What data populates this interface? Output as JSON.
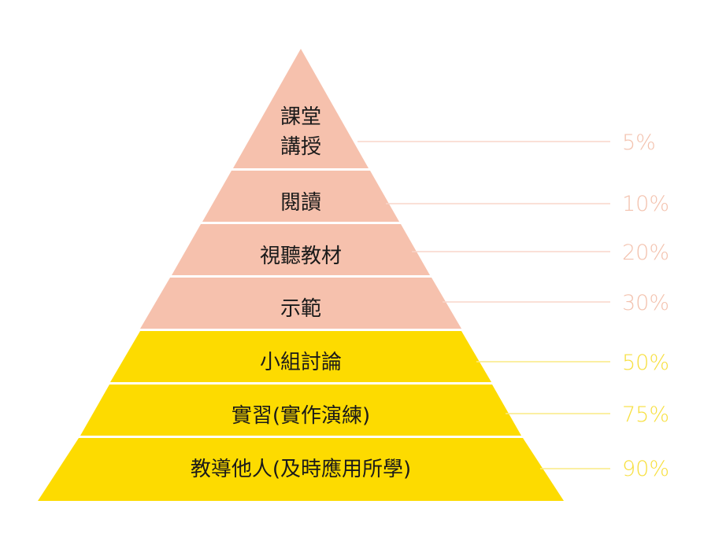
{
  "colors": {
    "pink": "#f6c1ad",
    "yellow": "#fddb00",
    "pink_text": "#f3c2ae",
    "yellow_text": "#f7df3e",
    "pink_line": "#f8d6ca",
    "yellow_line": "#faea84"
  },
  "tiers": [
    {
      "label_line1": "課堂",
      "label_line2": "講授",
      "percent": "5%",
      "group": "pink"
    },
    {
      "label": "閱讀",
      "percent": "10%",
      "group": "pink"
    },
    {
      "label": "視聽教材",
      "percent": "20%",
      "group": "pink"
    },
    {
      "label": "示範",
      "percent": "30%",
      "group": "pink"
    },
    {
      "label": "小組討論",
      "percent": "50%",
      "group": "yellow"
    },
    {
      "label": "實習(實作演練)",
      "percent": "75%",
      "group": "yellow"
    },
    {
      "label": "教導他人(及時應用所學)",
      "percent": "90%",
      "group": "yellow"
    }
  ]
}
